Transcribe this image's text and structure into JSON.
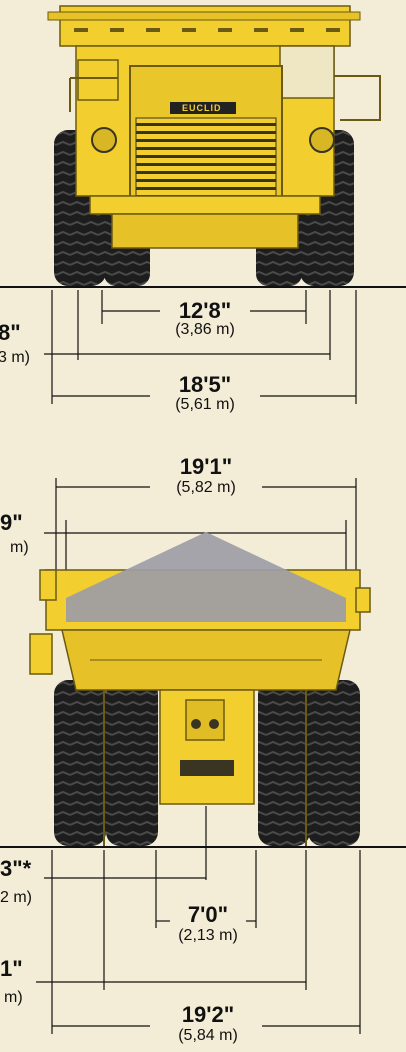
{
  "front_view": {
    "badge": "EUCLID",
    "dim_track_imperial": "12'8\"",
    "dim_track_metric": "(3,86 m)",
    "dim_left_imperial": "8\"",
    "dim_left_metric": "3 m)",
    "dim_overall_imperial": "18'5\"",
    "dim_overall_metric": "(5,61 m)"
  },
  "rear_view": {
    "dim_body_imperial": "19'1\"",
    "dim_body_metric": "(5,82 m)",
    "dim_left_top_imperial": "9\"",
    "dim_left_top_metric": "m)",
    "dim_left_mid_imperial": "3\"*",
    "dim_left_mid_metric": "2 m)",
    "dim_inner_imperial": "7'0\"",
    "dim_inner_metric": "(2,13 m)",
    "dim_left_low_imperial": "1\"",
    "dim_left_low_metric": "m)",
    "dim_overall_imperial": "19'2\"",
    "dim_overall_metric": "(5,84 m)"
  },
  "colors": {
    "truck_yellow": "#f2cf2e",
    "truck_shadow": "#c9a51a",
    "tire": "#1d1d1d",
    "load_gray": "#9d9da6",
    "paper": "#f3ecd6",
    "ink": "#111111"
  }
}
